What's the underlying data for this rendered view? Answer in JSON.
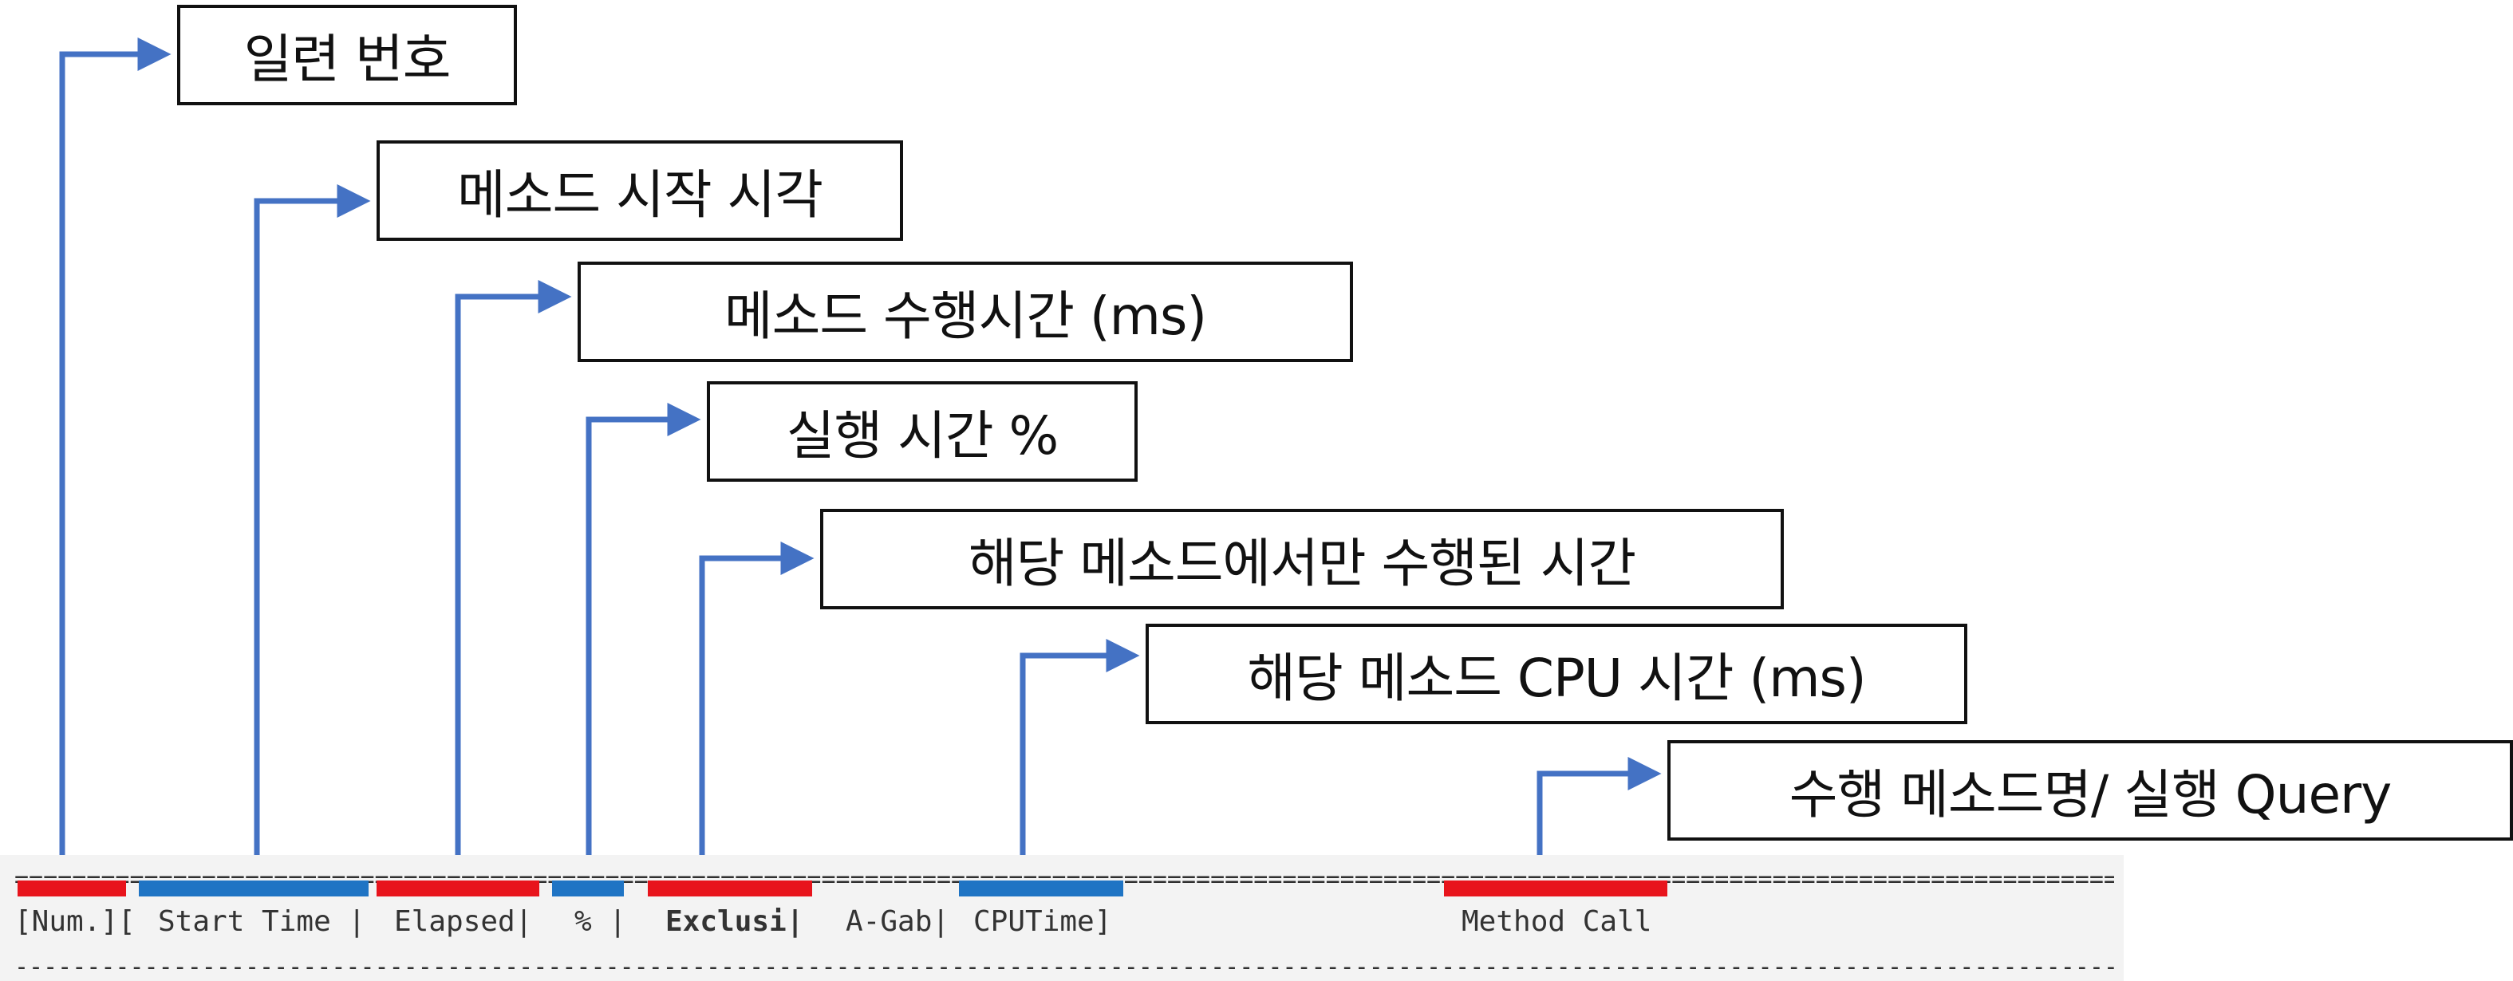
{
  "colors": {
    "arrow": "#4472c4",
    "marker_red": "#e8141c",
    "marker_blue": "#1f74c4",
    "panel_bg": "#f3f3f3"
  },
  "callouts": [
    {
      "text": "일련 번호"
    },
    {
      "text": "메소드 시작 시각"
    },
    {
      "text": "메소드 수행시간 (ms)"
    },
    {
      "text": "실행 시간 %"
    },
    {
      "text": "해당 메소드에서만 수행된 시간"
    },
    {
      "text": "해당  메소드 CPU 시간 (ms)"
    },
    {
      "text": "수행 메소드명/ 실행 Query"
    }
  ],
  "log_header": {
    "separator_top": "================================================================================================================================================================================================",
    "separator_bottom": "------------------------------------------------------------------------------------------------------------------------------------------------------------------------------------------------",
    "columns": [
      {
        "text": "[Num.]["
      },
      {
        "text": "Start Time |"
      },
      {
        "text": "Elapsed|"
      },
      {
        "text": "% |"
      },
      {
        "text": "Exclusi|"
      },
      {
        "text": "A-Gab|"
      },
      {
        "text": "CPUTime]"
      },
      {
        "text": "Method Call"
      }
    ]
  }
}
